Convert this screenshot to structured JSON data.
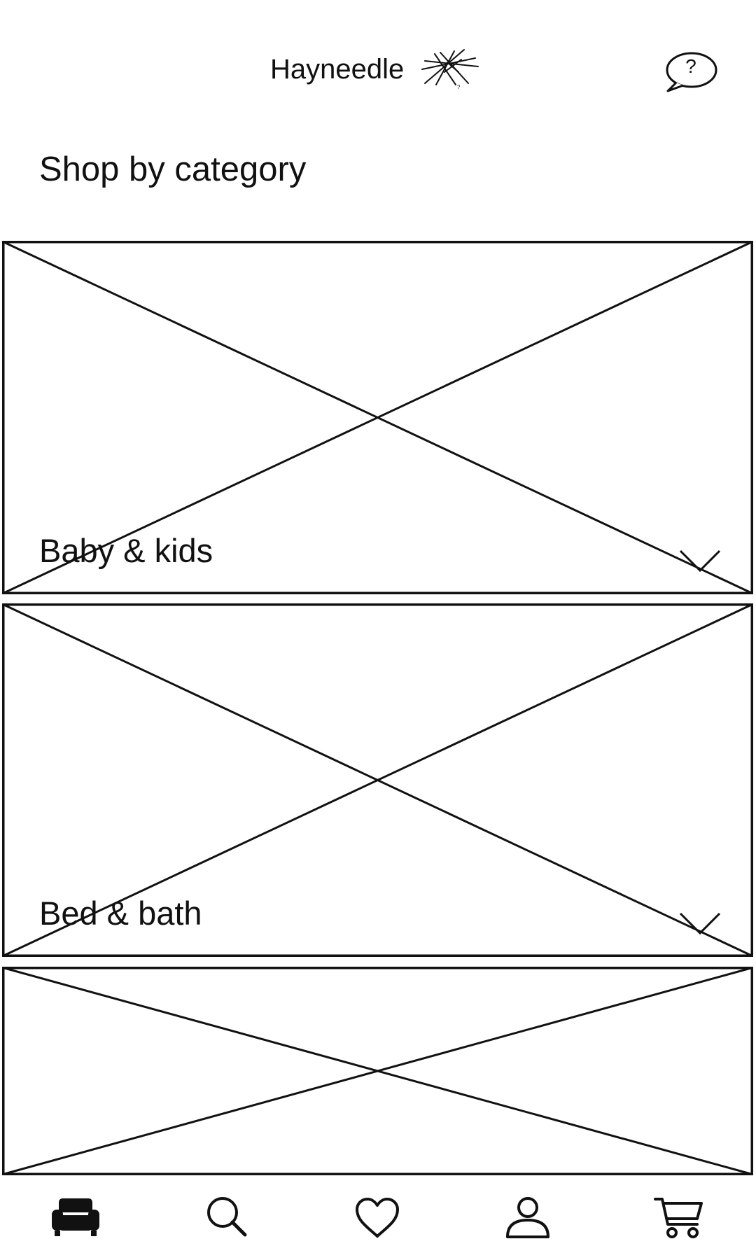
{
  "header": {
    "brand_name": "Hayneedle",
    "logo_icon": "scribble-logo-icon",
    "help_icon": "help-chat-icon",
    "help_symbol": "?"
  },
  "main": {
    "section_title": "Shop by category",
    "categories": [
      {
        "label": "Baby & kids",
        "image": "image-placeholder",
        "expand_icon": "chevron-down-icon"
      },
      {
        "label": "Bed & bath",
        "image": "image-placeholder",
        "expand_icon": "chevron-down-icon"
      },
      {
        "label": "",
        "image": "image-placeholder"
      }
    ]
  },
  "bottom_nav": {
    "items": [
      {
        "icon": "sofa-icon",
        "active": true
      },
      {
        "icon": "search-icon",
        "active": false
      },
      {
        "icon": "heart-icon",
        "active": false
      },
      {
        "icon": "profile-icon",
        "active": false
      },
      {
        "icon": "cart-icon",
        "active": false
      }
    ]
  },
  "colors": {
    "stroke": "#111111",
    "background": "#ffffff"
  }
}
